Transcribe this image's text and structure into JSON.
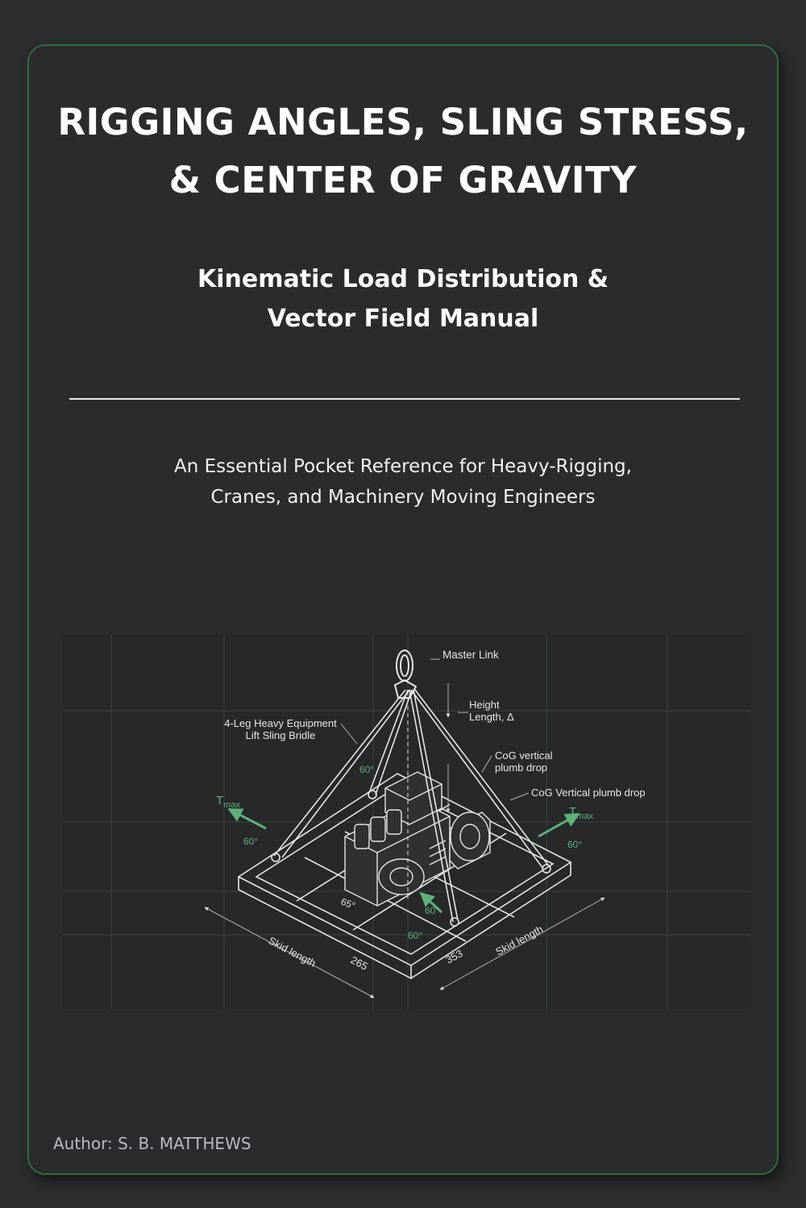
{
  "cover": {
    "title_line1": "RIGGING ANGLES, SLING STRESS,",
    "title_line2": "& CENTER OF GRAVITY",
    "subtitle_line1": "Kinematic Load Distribution &",
    "subtitle_line2": "Vector Field Manual",
    "tagline_line1": "An Essential Pocket Reference for Heavy-Rigging,",
    "tagline_line2": "Cranes, and Machinery Moving Engineers",
    "author": "Author: S. B. MATTHEWS"
  },
  "figure": {
    "master_link": "Master Link",
    "height_1": "Height",
    "height_2": "Length, Δ",
    "bridle_1": "4-Leg Heavy Equipment",
    "bridle_2": "Lift Sling Bridle",
    "cog_1a": "CoG vertical",
    "cog_1b": "plumb drop",
    "cog_2": "CoG Vertical plumb drop",
    "tmax_t": "T",
    "tmax_sub": "max",
    "angle_60": "60°",
    "angle_65": "65°",
    "skid_length": "Skid length",
    "dim_265": "265",
    "dim_353": "353"
  },
  "colors": {
    "background": "#2b2c2e",
    "border": "#2f6b3c",
    "accent_green": "#5fb17a",
    "line_white": "#e6e6e6"
  }
}
